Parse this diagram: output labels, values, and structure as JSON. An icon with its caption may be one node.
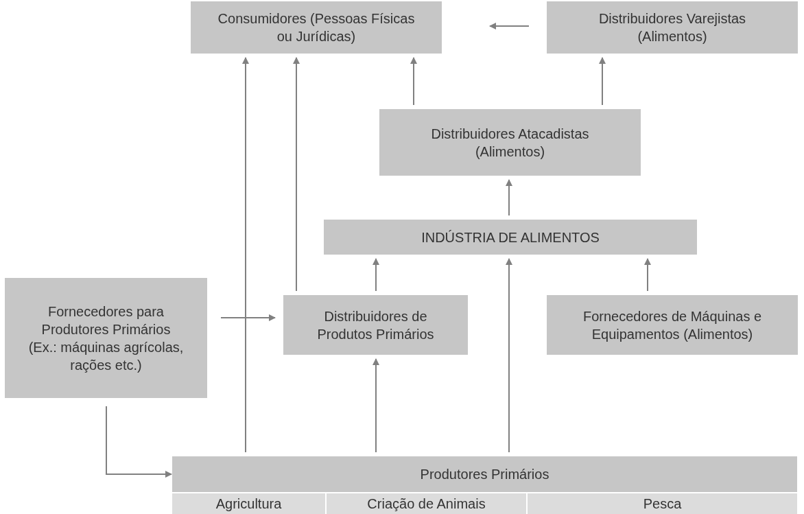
{
  "diagram": {
    "nodes": [
      {
        "text": [
          "Consumidores (Pessoas Físicas ou Jurídicas)"
        ]
      },
      {
        "text": [
          "Distribuidores Varejistas (Alimentos)"
        ]
      },
      {
        "text": [
          "Distribuidores Atacadistas (Alimentos)"
        ]
      },
      {
        "text": [
          "INDÚSTRIA DE ALIMENTOS"
        ]
      },
      {
        "text": [
          "Fornecedores para Produtores Primários (Ex.: máquinas agrícolas, rações etc.)"
        ]
      },
      {
        "text": [
          "Distribuidores de Produtos Primários"
        ]
      },
      {
        "text": [
          "Fornecedores de Máquinas e Equipamentos (Alimentos)"
        ]
      },
      {
        "text": [
          "Produtores Primários"
        ]
      },
      {
        "text": [
          "Agricultura"
        ]
      },
      {
        "text": [
          "Criação de Animais"
        ]
      },
      {
        "text": [
          "Pesca"
        ]
      }
    ],
    "edges": [
      {
        "from": 1,
        "to": 0,
        "arrow": "to"
      },
      {
        "from": 7,
        "to": 0,
        "arrow": "to"
      },
      {
        "from": 5,
        "to": 0,
        "arrow": "to"
      },
      {
        "from": 2,
        "to": 0,
        "arrow": "to"
      },
      {
        "from": 2,
        "to": 1,
        "arrow": "to"
      },
      {
        "from": 3,
        "to": 2,
        "arrow": "to"
      },
      {
        "from": 5,
        "to": 3,
        "arrow": "to"
      },
      {
        "from": 7,
        "to": 3,
        "arrow": "to"
      },
      {
        "from": 6,
        "to": 3,
        "arrow": "to"
      },
      {
        "from": 4,
        "to": 5,
        "arrow": "to"
      },
      {
        "from": 7,
        "to": 5,
        "arrow": "to"
      },
      {
        "from": 4,
        "to": 7,
        "arrow": "to"
      }
    ]
  }
}
